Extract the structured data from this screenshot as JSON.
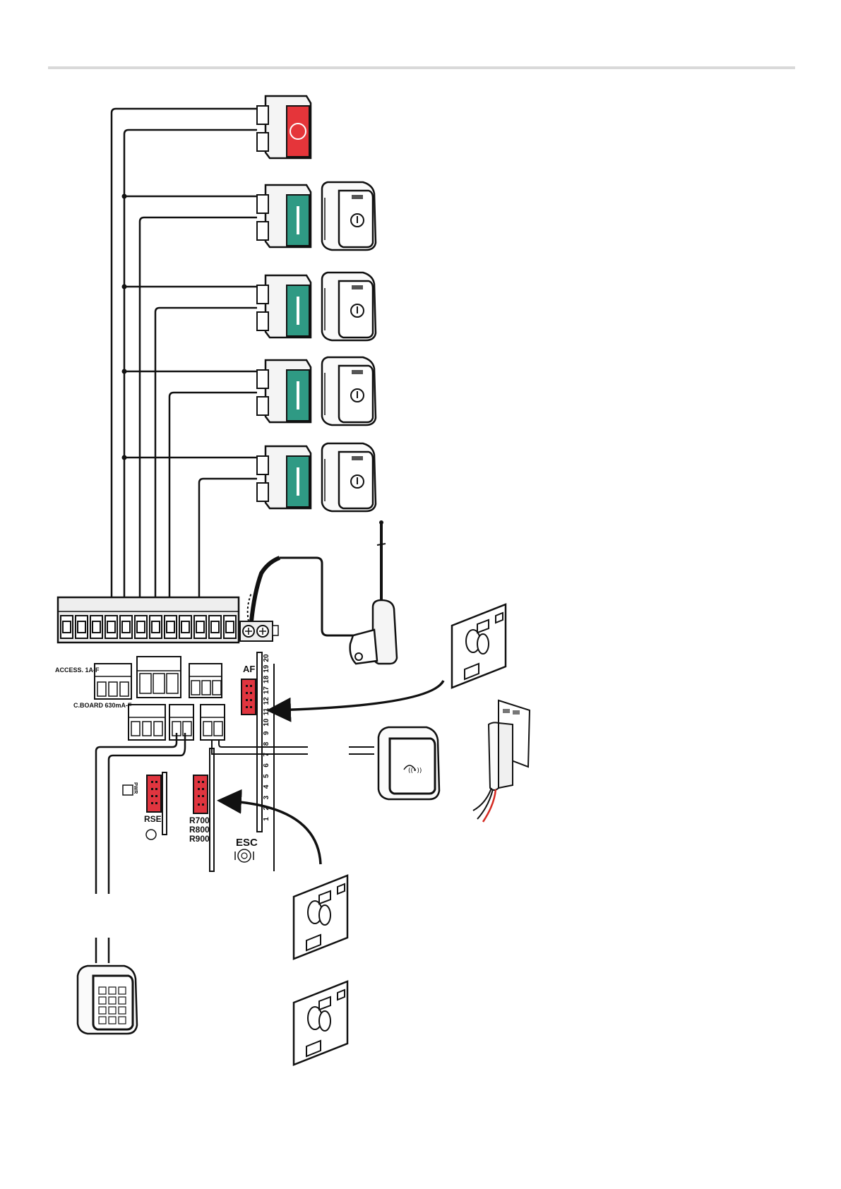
{
  "colors": {
    "stop_red": "#e5353a",
    "start_green": "#2f9a84",
    "connector_red": "#e0353f",
    "wire": "#111111",
    "rule": "#d9d9d9",
    "cable_red": "#d42a22"
  },
  "labels": {
    "access_fuse": "ACCESS. 1A-F",
    "cboard_fuse": "C.BOARD 630mA-F",
    "af": "AF",
    "rse": "RSE",
    "pwr": "PWR",
    "r700": "R700",
    "r800": "R800",
    "r900": "R900",
    "esc": "ESC"
  },
  "pin_numbers": [
    "1",
    "2",
    "3",
    "4",
    "5",
    "6",
    "7",
    "8",
    "9",
    "10",
    "11",
    "12",
    "17",
    "18",
    "19",
    "20"
  ],
  "icons": [
    "stop-pushbutton-icon",
    "start-pushbutton-icon",
    "key-selector-icon",
    "radio-antenna-icon",
    "receiver-card-icon",
    "transponder-reader-icon",
    "magnetic-card-reader-icon",
    "keypad-selector-icon"
  ]
}
